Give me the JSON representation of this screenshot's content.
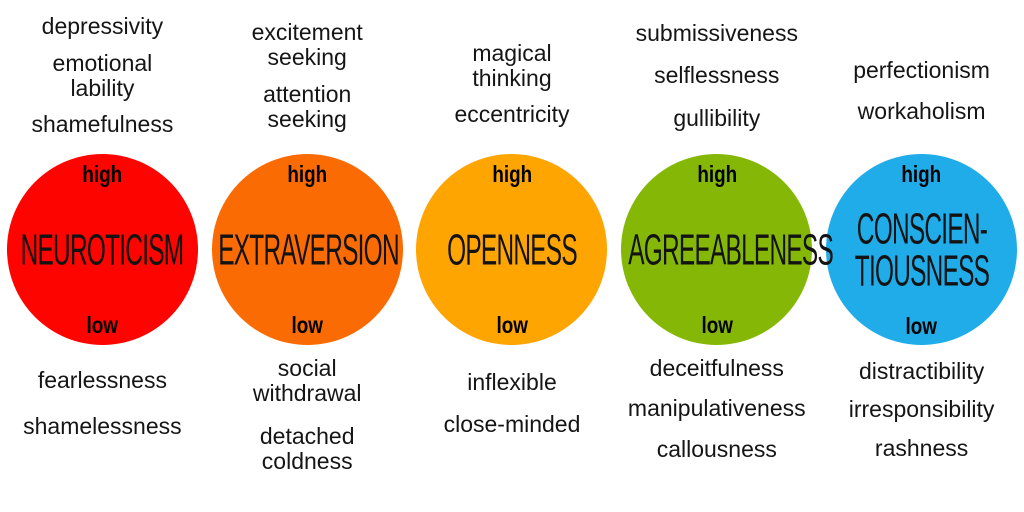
{
  "traits": [
    {
      "name": "NEUROTICISM",
      "color": "#fe0400",
      "high_label": "high",
      "low_label": "low",
      "high_traits": [
        "depressivity",
        "emotional\nlability",
        "shamefulness"
      ],
      "low_traits": [
        "fearlessness",
        "shamelessness"
      ]
    },
    {
      "name": "EXTRAVERSION",
      "color": "#fb6b03",
      "high_label": "high",
      "low_label": "low",
      "high_traits": [
        "excitement\nseeking",
        "attention\nseeking"
      ],
      "low_traits": [
        "social\nwithdrawal",
        "detached\ncoldness"
      ]
    },
    {
      "name": "OPENNESS",
      "color": "#ffa502",
      "high_label": "high",
      "low_label": "low",
      "high_traits": [
        "magical\nthinking",
        "eccentricity"
      ],
      "low_traits": [
        "inflexible",
        "close-minded"
      ]
    },
    {
      "name": "AGREEABLENESS",
      "color": "#85b806",
      "high_label": "high",
      "low_label": "low",
      "high_traits": [
        "submissiveness",
        "selflessness",
        "gullibility"
      ],
      "low_traits": [
        "deceitfulness",
        "manipulativeness",
        "callousness"
      ]
    },
    {
      "name": "CONSCIEN-\nTIOUSNESS",
      "color": "#1face8",
      "high_label": "high",
      "low_label": "low",
      "high_traits": [
        "perfectionism",
        "workaholism"
      ],
      "low_traits": [
        "distractibility",
        "irresponsibility",
        "rashness"
      ]
    }
  ]
}
